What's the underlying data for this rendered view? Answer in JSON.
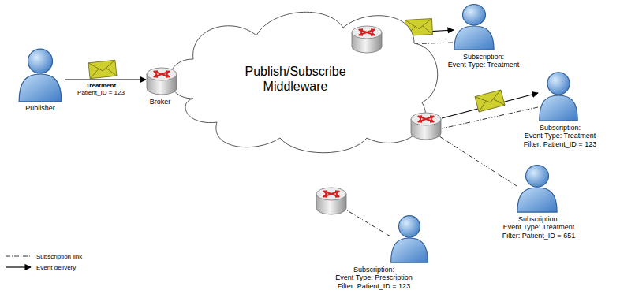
{
  "diagram": {
    "nodes": [
      {
        "text": [
          "Publisher"
        ]
      },
      {
        "text": [
          "Broker"
        ]
      },
      {
        "text": [
          "Publish/Subscribe Middleware"
        ]
      },
      {
        "text": [
          "Subscription:",
          "Event Type: Treatment"
        ]
      },
      {
        "text": [
          "Subscription:",
          "Event Type: Treatment",
          "Filter: Patient_ID = 123"
        ]
      },
      {
        "text": [
          "Subscription:",
          "Event Type: Treatment",
          "Filter: Patient_ID = 651"
        ]
      },
      {
        "text": [
          "Subscription:",
          "Event Type: Prescription",
          "Filter: Patient_ID = 123"
        ]
      }
    ],
    "edges": [
      {
        "from": 0,
        "to": 1,
        "arrow": "to"
      },
      {
        "from": 2,
        "to": 3,
        "arrow": "to"
      },
      {
        "from": 3,
        "to": 2,
        "arrow": "none"
      },
      {
        "from": 2,
        "to": 4,
        "arrow": "to"
      },
      {
        "from": 4,
        "to": 2,
        "arrow": "none"
      },
      {
        "from": 5,
        "to": 2,
        "arrow": "none"
      },
      {
        "from": 6,
        "to": 2,
        "arrow": "none"
      }
    ],
    "labels": [
      "Treatment",
      "Patient_ID = 123"
    ],
    "legend": [
      {
        "text": "Subscription link"
      },
      {
        "text": "Event delivery"
      }
    ]
  }
}
